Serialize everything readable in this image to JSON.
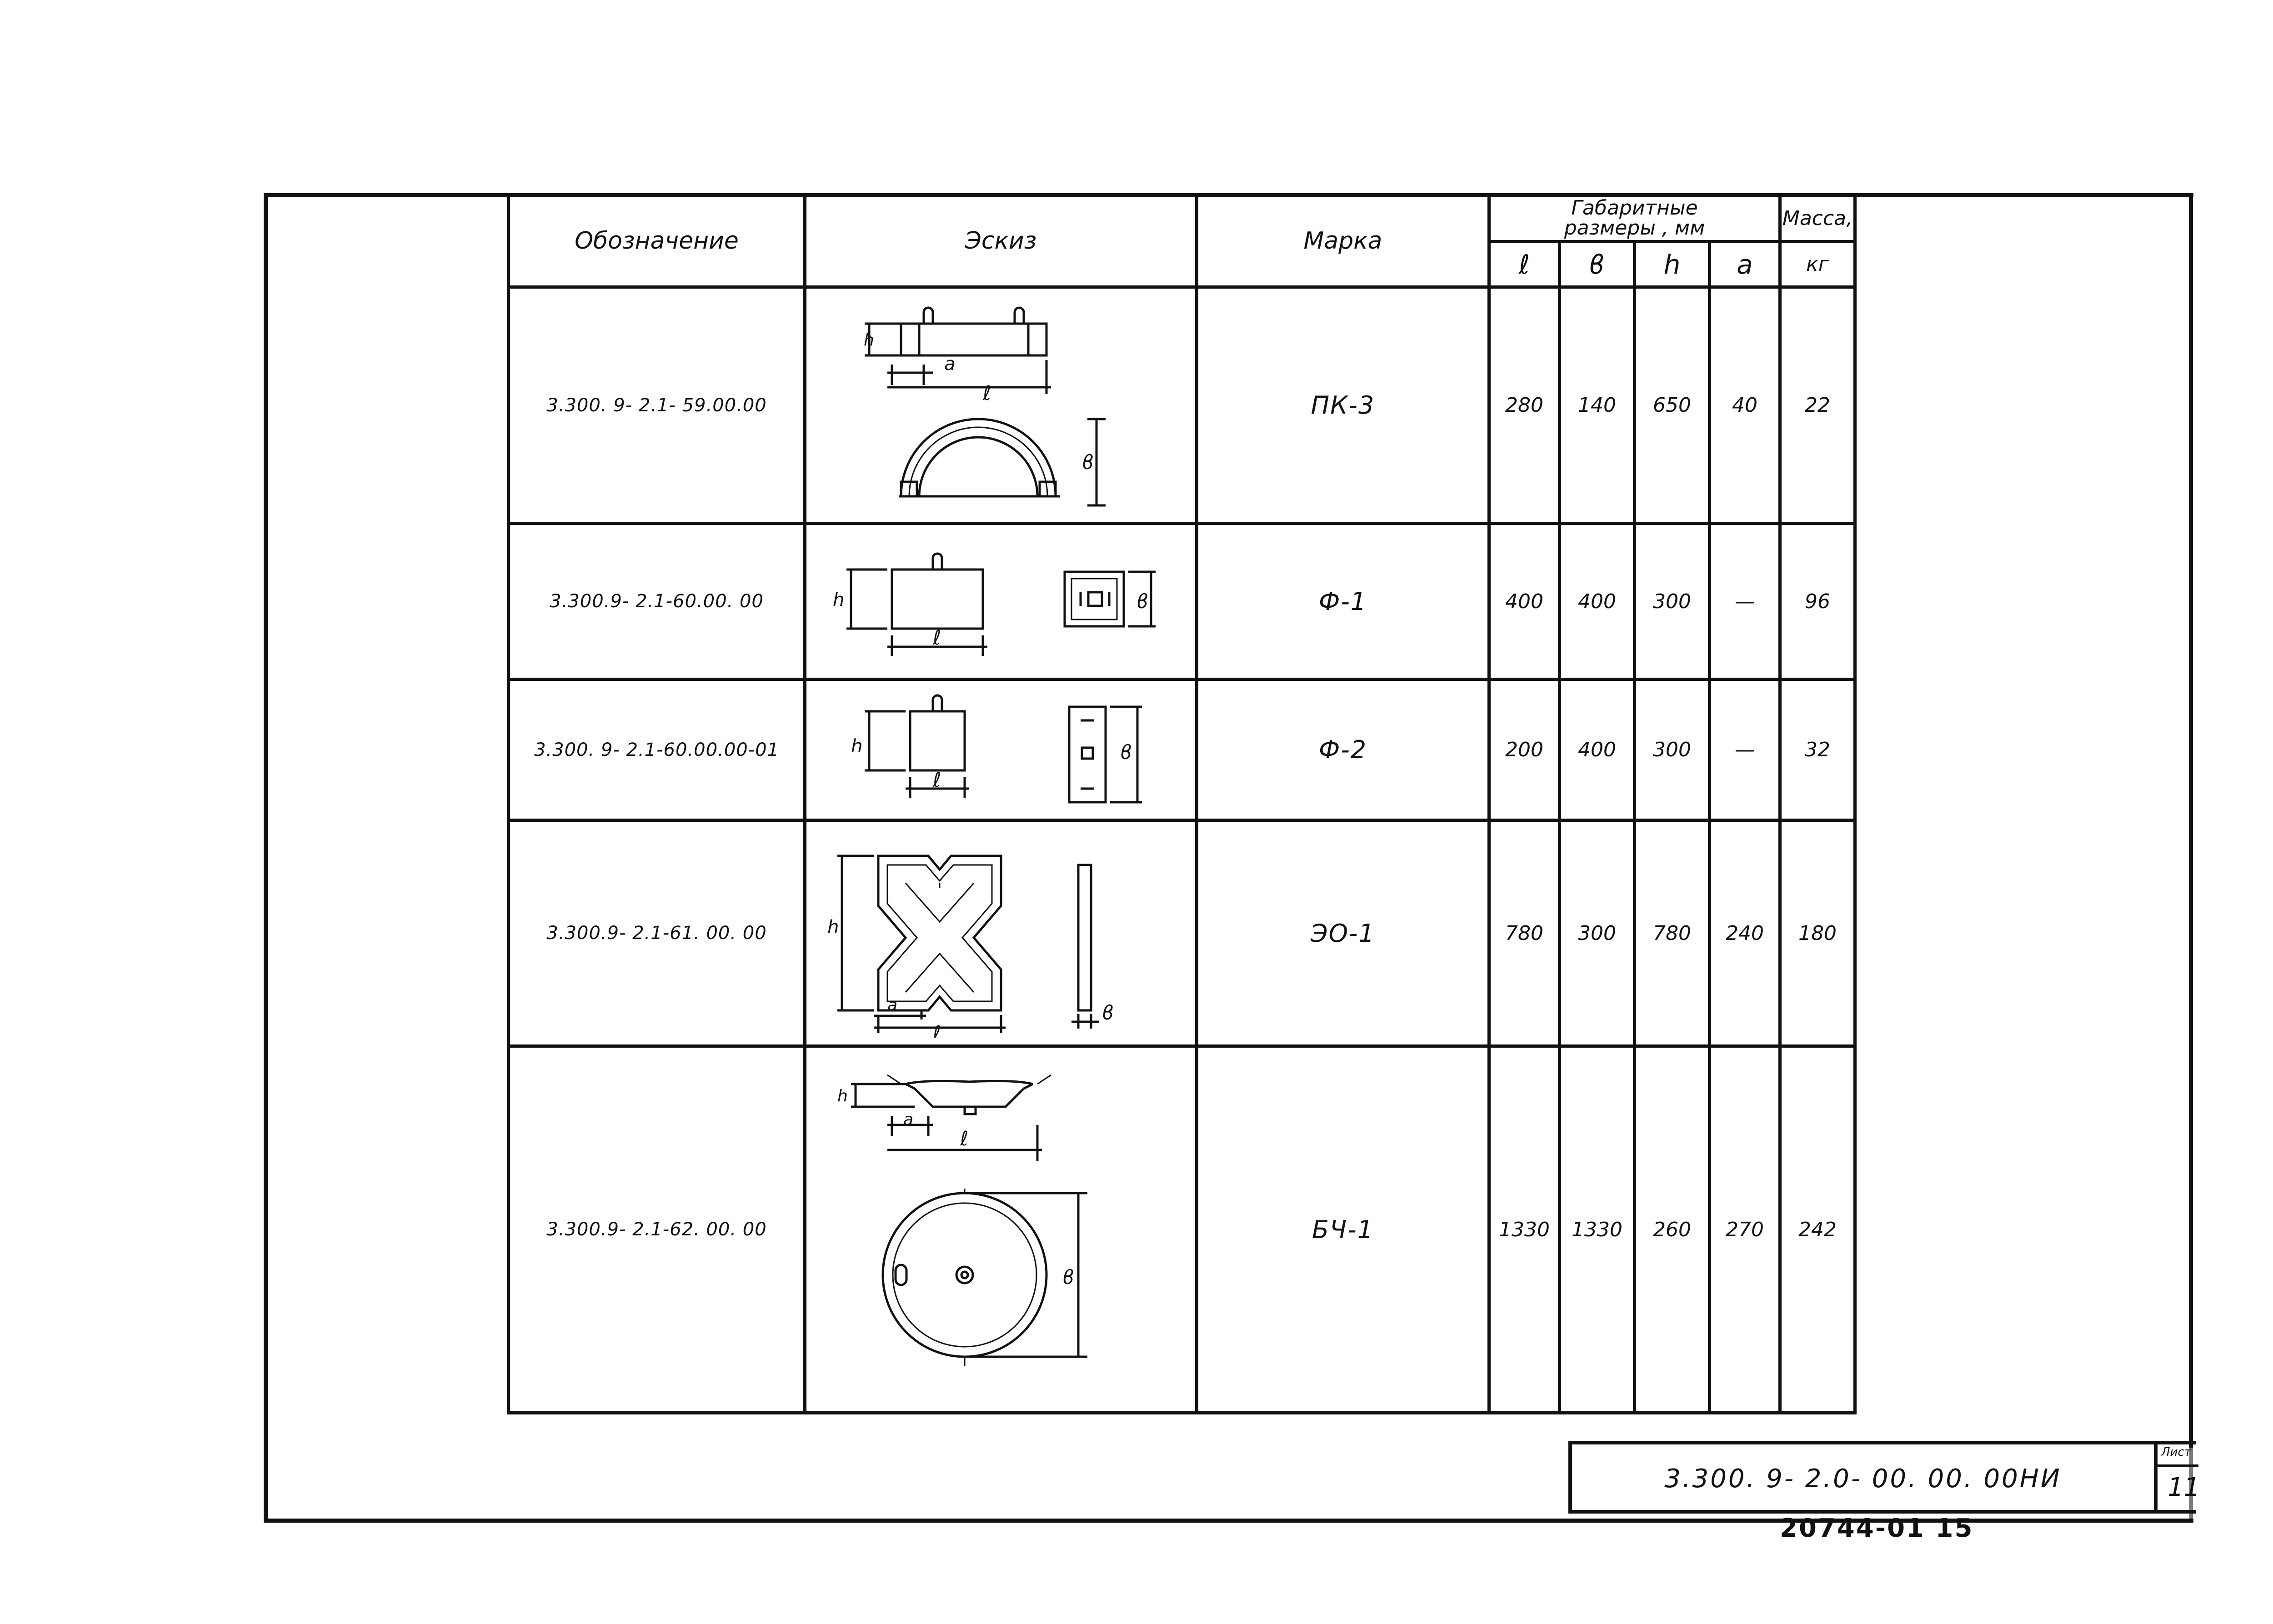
{
  "header": {
    "designation": "Обозначение",
    "sketch": "Эскиз",
    "mark": "Марка",
    "dims_line1": "Габаритные",
    "dims_line2": "размеры , мм",
    "mass_line1": "Масса,",
    "mass_line2": "кг",
    "dim_cols": [
      "ℓ",
      "ϐ",
      "h",
      "a"
    ]
  },
  "rows": [
    {
      "designation": "3.300. 9- 2.1- 59.00.00",
      "mark": "ПК-3",
      "l": "280",
      "b": "140",
      "h": "650",
      "a": "40",
      "mass": "22"
    },
    {
      "designation": "3.300.9- 2.1-60.00. 00",
      "mark": "Ф-1",
      "l": "400",
      "b": "400",
      "h": "300",
      "a": "—",
      "mass": "96"
    },
    {
      "designation": "3.300. 9- 2.1-60.00.00-01",
      "mark": "Ф-2",
      "l": "200",
      "b": "400",
      "h": "300",
      "a": "—",
      "mass": "32"
    },
    {
      "designation": "3.300.9- 2.1-61. 00. 00",
      "mark": "ЭО-1",
      "l": "780",
      "b": "300",
      "h": "780",
      "a": "240",
      "mass": "180"
    },
    {
      "designation": "3.300.9- 2.1-62. 00. 00",
      "mark": "БЧ-1",
      "l": "1330",
      "b": "1330",
      "h": "260",
      "a": "270",
      "mass": "242"
    }
  ],
  "title_block": {
    "code": "3.300. 9- 2.0- 00. 00. 00НИ",
    "sheet_label": "Лист",
    "sheet_number": "11"
  },
  "inventory_number": "20744-01  15"
}
